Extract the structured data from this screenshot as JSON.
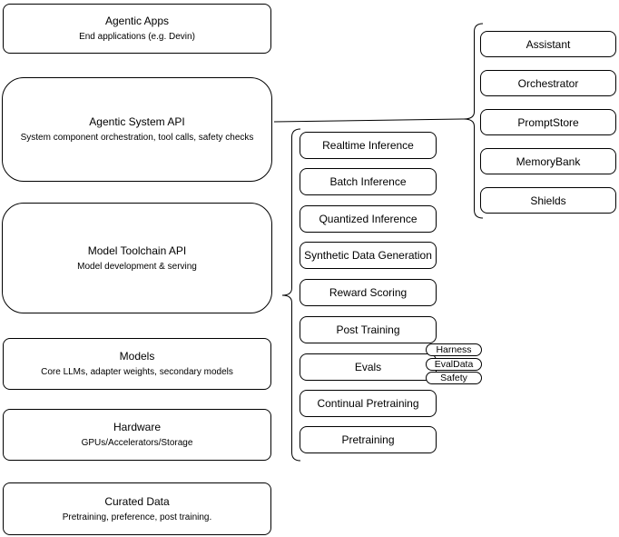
{
  "colors": {
    "stroke": "#000000",
    "background": "#ffffff"
  },
  "left_stack": [
    {
      "title": "Agentic Apps",
      "subtitle": "End applications (e.g. Devin)"
    },
    {
      "title": "Agentic System API",
      "subtitle": "System component orchestration, tool calls, safety checks"
    },
    {
      "title": "Model Toolchain API",
      "subtitle": "Model development & serving"
    },
    {
      "title": "Models",
      "subtitle": "Core LLMs, adapter weights, secondary models"
    },
    {
      "title": "Hardware",
      "subtitle": "GPUs/Accelerators/Storage"
    },
    {
      "title": "Curated Data",
      "subtitle": "Pretraining, preference, post training."
    }
  ],
  "toolchain_items": [
    "Realtime Inference",
    "Batch Inference",
    "Quantized Inference",
    "Synthetic Data Generation",
    "Reward Scoring",
    "Post Training",
    "Evals",
    "Continual Pretraining",
    "Pretraining"
  ],
  "eval_tags": [
    "Harness",
    "EvalData",
    "Safety"
  ],
  "system_components": [
    "Assistant",
    "Orchestrator",
    "PromptStore",
    "MemoryBank",
    "Shields"
  ]
}
